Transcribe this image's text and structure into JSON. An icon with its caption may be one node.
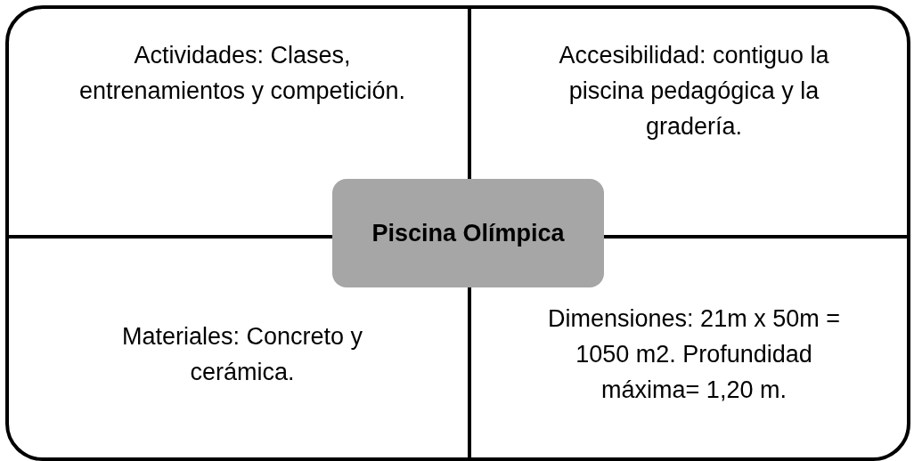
{
  "diagram": {
    "nodes": [
      {
        "text": [],
        "shape": "box"
      },
      {
        "text": [
          "Piscina Olímpica"
        ],
        "in": 0
      }
    ],
    "labels": [
      "Actividades: Clases, entrenamientos y competición.",
      "Accesibilidad: contiguo la piscina pedagógica y la gradería.",
      "Materiales: Concreto y cerámica.",
      "Dimensiones: 21m x 50m = 1050 m2. Profundidad máxima= 1,20 m."
    ]
  }
}
